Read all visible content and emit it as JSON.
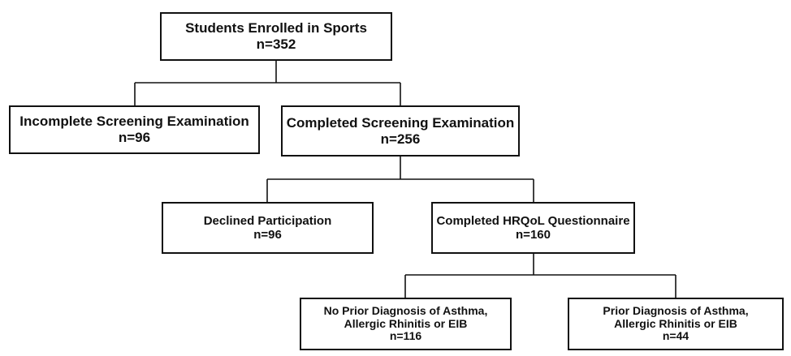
{
  "flowchart": {
    "root": {
      "title": "Students Enrolled in Sports",
      "count": "n=352"
    },
    "incomplete_screening": {
      "title": "Incomplete Screening Examination",
      "count": "n=96"
    },
    "completed_screening": {
      "title": "Completed Screening Examination",
      "count": "n=256"
    },
    "declined_participation": {
      "title": "Declined Participation",
      "count": "n=96"
    },
    "completed_hrqol": {
      "title": "Completed HRQoL Questionnaire",
      "count": "n=160"
    },
    "no_prior_diagnosis": {
      "title_line1": "No Prior Diagnosis of Asthma,",
      "title_line2": "Allergic Rhinitis or EIB",
      "count": "n=116"
    },
    "prior_diagnosis": {
      "title_line1": "Prior Diagnosis of Asthma,",
      "title_line2": "Allergic Rhinitis or EIB",
      "count": "n=44"
    }
  }
}
